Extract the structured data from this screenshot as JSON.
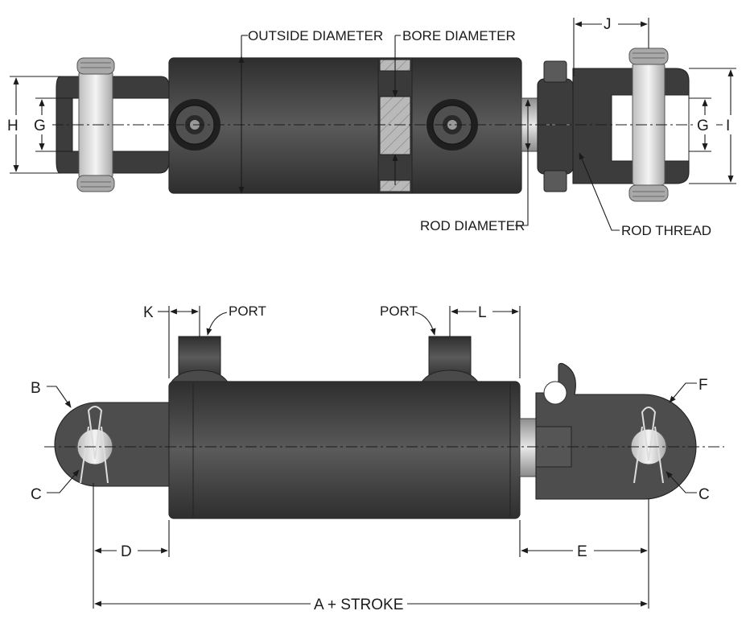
{
  "labels": {
    "outside_diameter": "OUTSIDE DIAMETER",
    "bore_diameter": "BORE DIAMETER",
    "rod_diameter": "ROD DIAMETER",
    "rod_thread": "ROD THREAD",
    "h": "H",
    "g_left": "G",
    "g_right": "G",
    "i": "I",
    "j": "J",
    "k": "K",
    "l": "L",
    "port_left": "PORT",
    "port_right": "PORT",
    "b": "B",
    "c_left": "C",
    "c_right": "C",
    "d": "D",
    "e": "E",
    "f": "F",
    "a_stroke": "A + STROKE"
  }
}
